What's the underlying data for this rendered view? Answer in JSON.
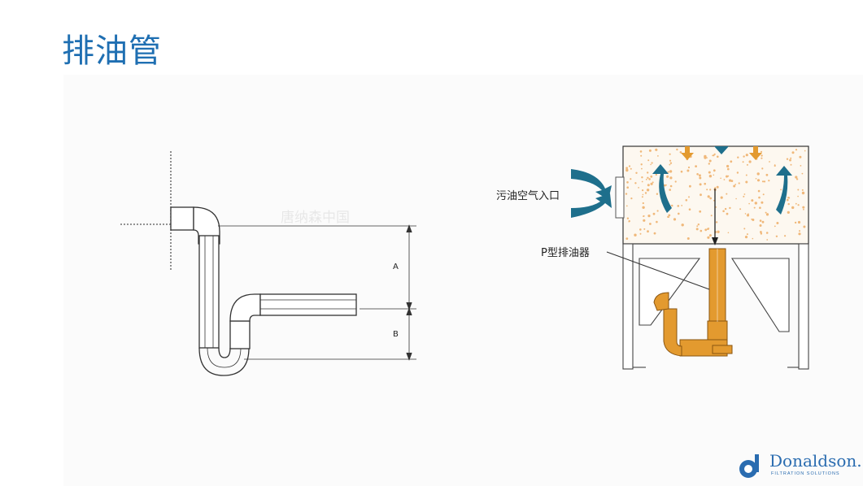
{
  "slide": {
    "title": "排油管"
  },
  "left_diagram": {
    "label_a": "A",
    "label_b": "B",
    "watermark": "唐纳森中国"
  },
  "right_diagram": {
    "inlet_label": "污油空气入口",
    "drain_label": "P型排油器",
    "colors": {
      "particles": "#f0b87a",
      "flow_arrows": "#1e6f8c",
      "drain_pipe": "#e39a2f"
    }
  },
  "logo": {
    "name": "Donaldson.",
    "tagline": "FILTRATION SOLUTIONS"
  }
}
